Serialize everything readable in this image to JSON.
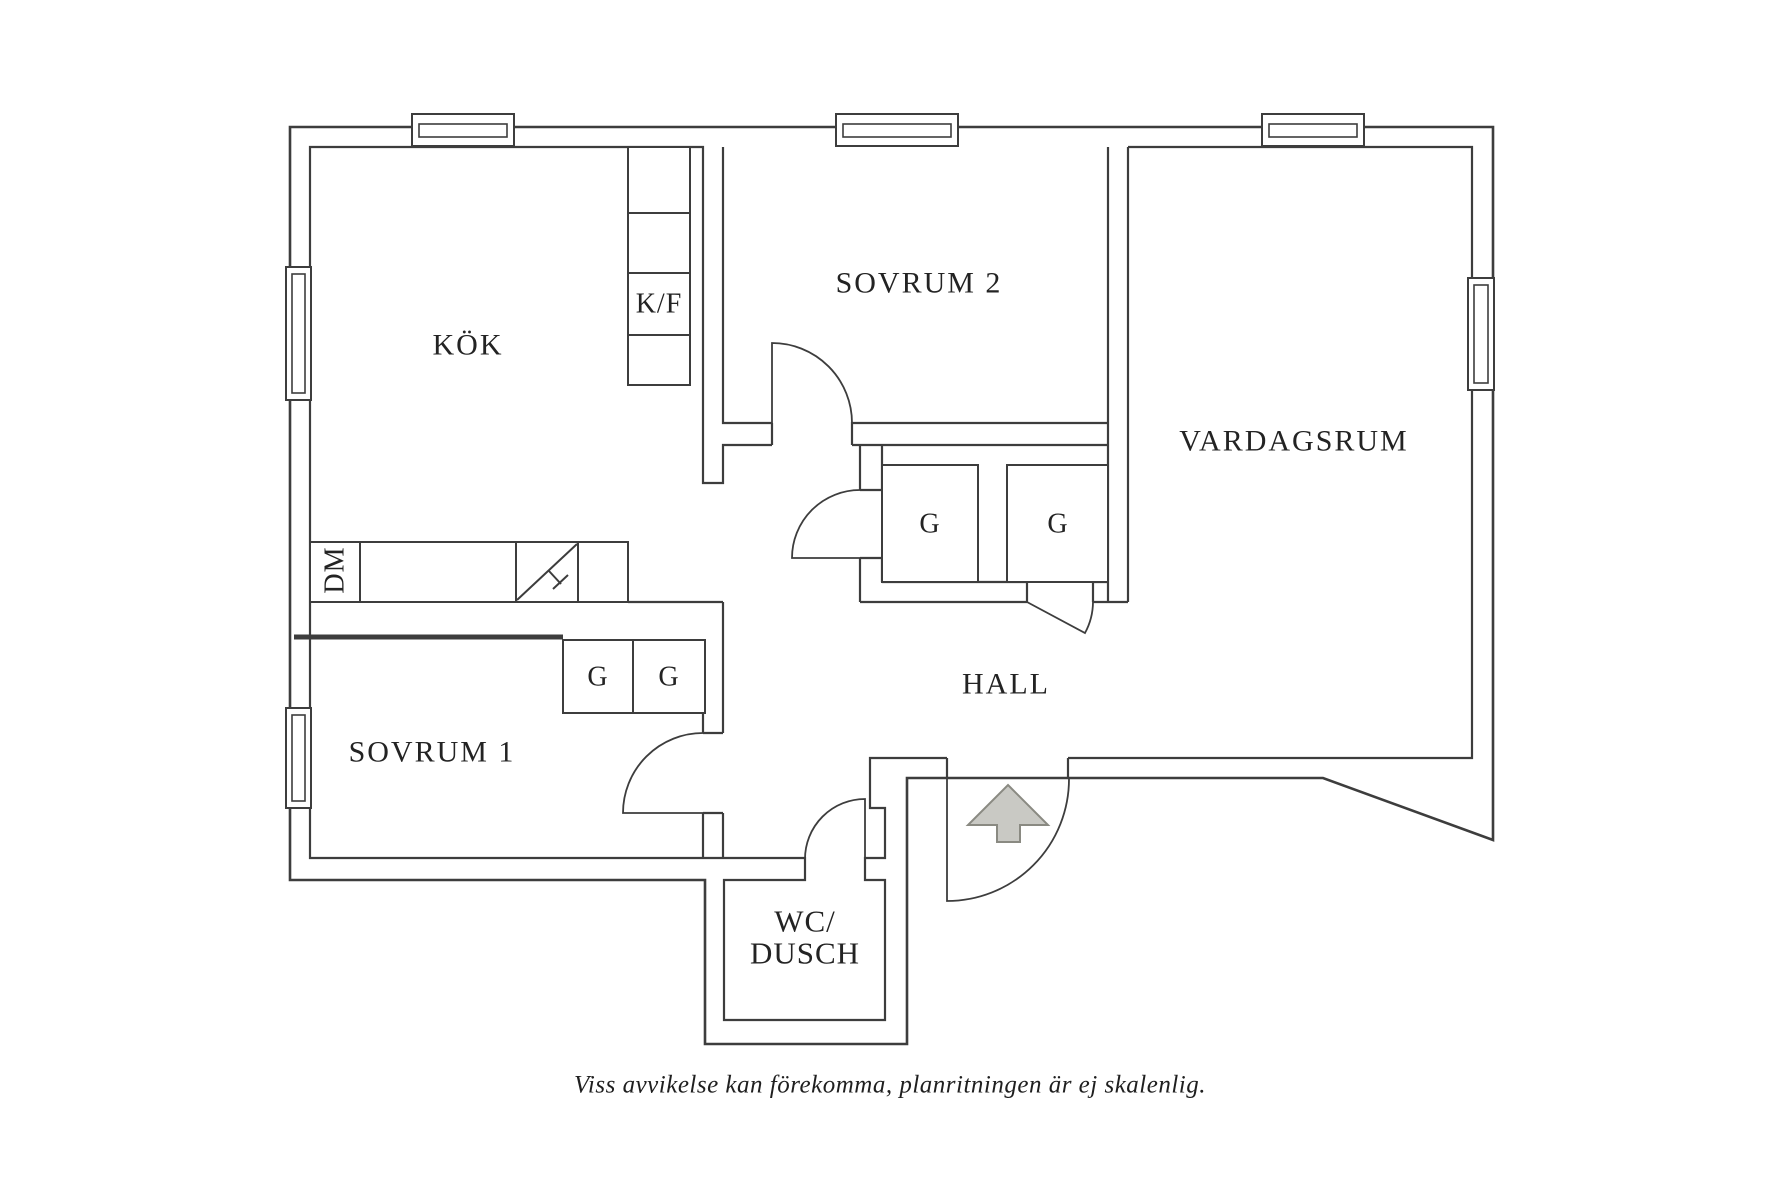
{
  "rooms": {
    "kitchen": {
      "label": "KÖK"
    },
    "bedroom2": {
      "label": "SOVRUM 2"
    },
    "living": {
      "label": "VARDAGSRUM"
    },
    "bedroom1": {
      "label": "SOVRUM 1"
    },
    "hall": {
      "label": "HALL"
    },
    "wc_line1": "WC/",
    "wc_line2": "DUSCH"
  },
  "fixtures": {
    "fridge_freezer": "K/F",
    "dishwasher": "DM",
    "wardrobe": "G"
  },
  "caption": "Viss avvikelse kan förekomma, planritningen är ej skalenlig.",
  "colors": {
    "line": "#3d3d3d",
    "text": "#232323",
    "arrow_fill": "#c9c9c4",
    "arrow_stroke": "#8a8a82",
    "background": "#ffffff"
  }
}
